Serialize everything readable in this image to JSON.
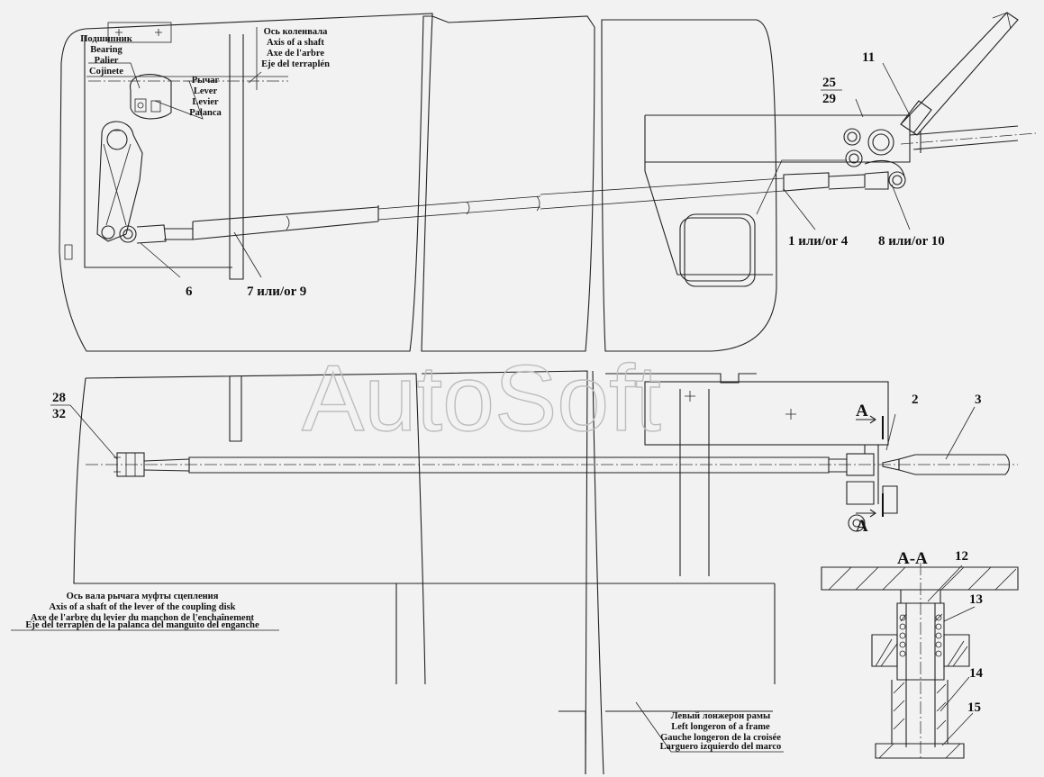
{
  "watermark": "AutoSoft",
  "labels": {
    "bearing": [
      "Подшипник",
      "Bearing",
      "Palier",
      "Cojinete"
    ],
    "crankshaft_axis": [
      "Ось коленвала",
      "Axis of a shaft",
      "Axe de l'arbre",
      "Eje del terraplén"
    ],
    "lever": [
      "Рычаг",
      "Lever",
      "Levier",
      "Palanca"
    ],
    "clutch_lever_axis": [
      "Ось вала рычага муфты сцепления",
      "Axis of a shaft of the lever of the coupling disk",
      "Axe de l'arbre du levier du manchon de l'enchaînement",
      "Eje del terraplén de la palanca del manguito del enganche"
    ],
    "left_frame_member": [
      "Левый лонжерон рамы",
      "Left longeron of a frame",
      "Gauche longeron de la croisée",
      "Larguero izquierdo del marco"
    ]
  },
  "callouts": {
    "c6": "6",
    "c7_9": "7 или/or 9",
    "c1_4": "1 или/or 4",
    "c8_10": "8 или/or 10",
    "c11": "11",
    "c25": "25",
    "c29": "29",
    "c28": "28",
    "c32": "32",
    "c2": "2",
    "c3": "3",
    "c12": "12",
    "c13": "13",
    "c14": "14",
    "c15": "15"
  },
  "section": {
    "marker": "A",
    "title": "A-A"
  }
}
